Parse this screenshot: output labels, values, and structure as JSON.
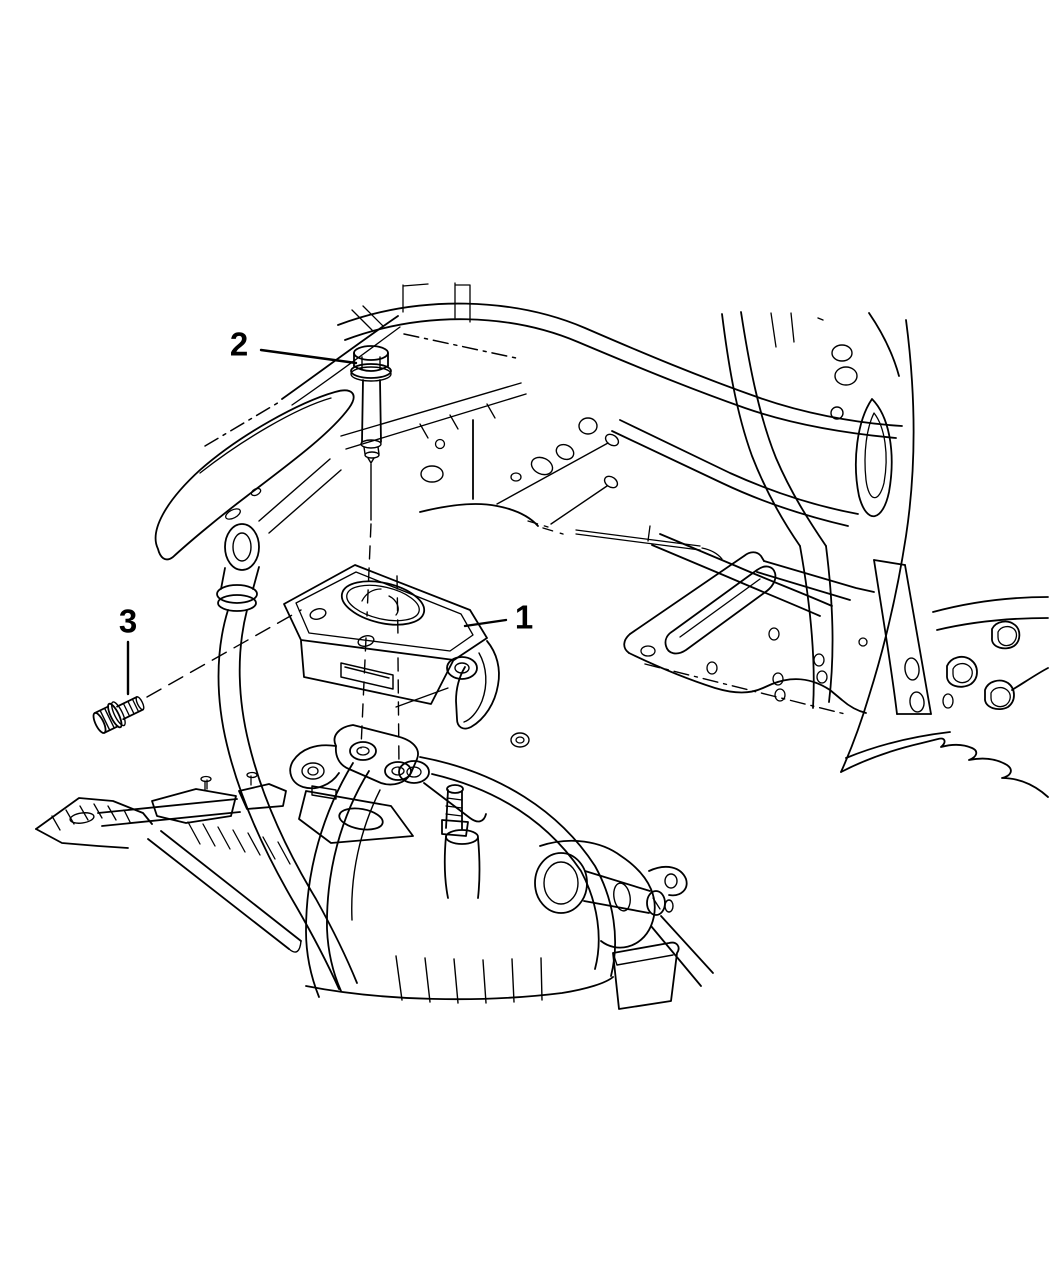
{
  "figure": {
    "background_color": "#ffffff",
    "line_color": "#000000"
  },
  "callouts": [
    {
      "label": "1"
    },
    {
      "label": "2"
    },
    {
      "label": "3"
    }
  ]
}
